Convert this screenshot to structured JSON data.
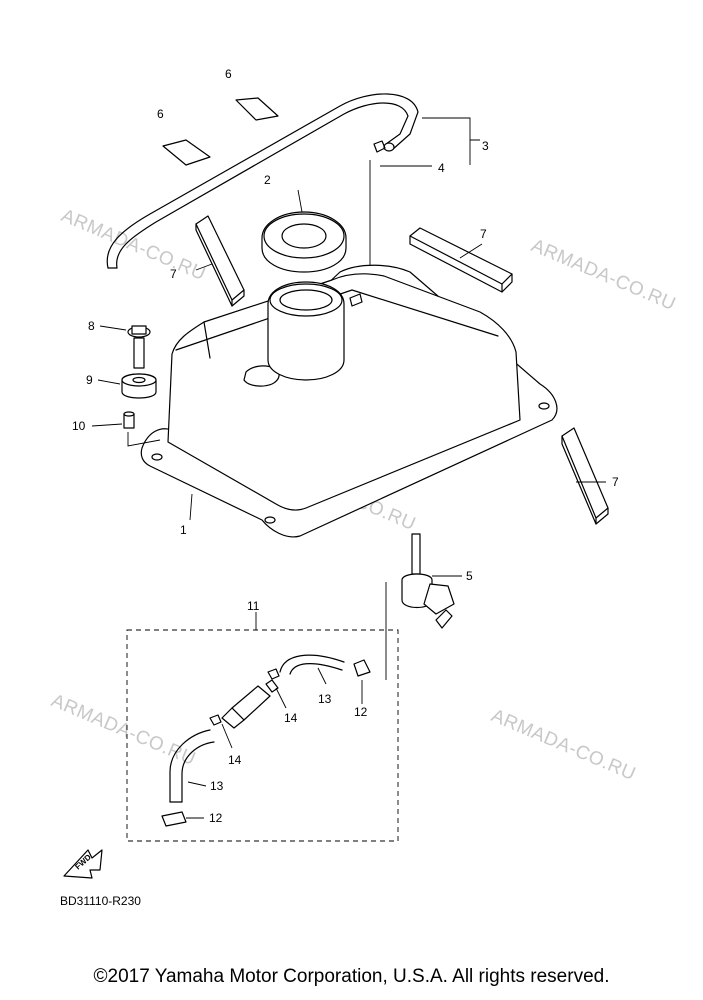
{
  "watermarks": [
    "ARMADA-CO.RU",
    "ARMADA-CO.RU",
    "ARMADA-CO.RU",
    "ARMADA-CO.RU",
    "ARMADA-CO.RU"
  ],
  "callouts": [
    "6",
    "6",
    "3",
    "4",
    "2",
    "7",
    "7",
    "7",
    "8",
    "9",
    "10",
    "1",
    "5",
    "11",
    "13",
    "14",
    "12",
    "14",
    "13",
    "12"
  ],
  "fwd_label": "FWD",
  "diagram_code": "BD31110-R230",
  "copyright": "©2017 Yamaha Motor Corporation, U.S.A. All rights reserved."
}
